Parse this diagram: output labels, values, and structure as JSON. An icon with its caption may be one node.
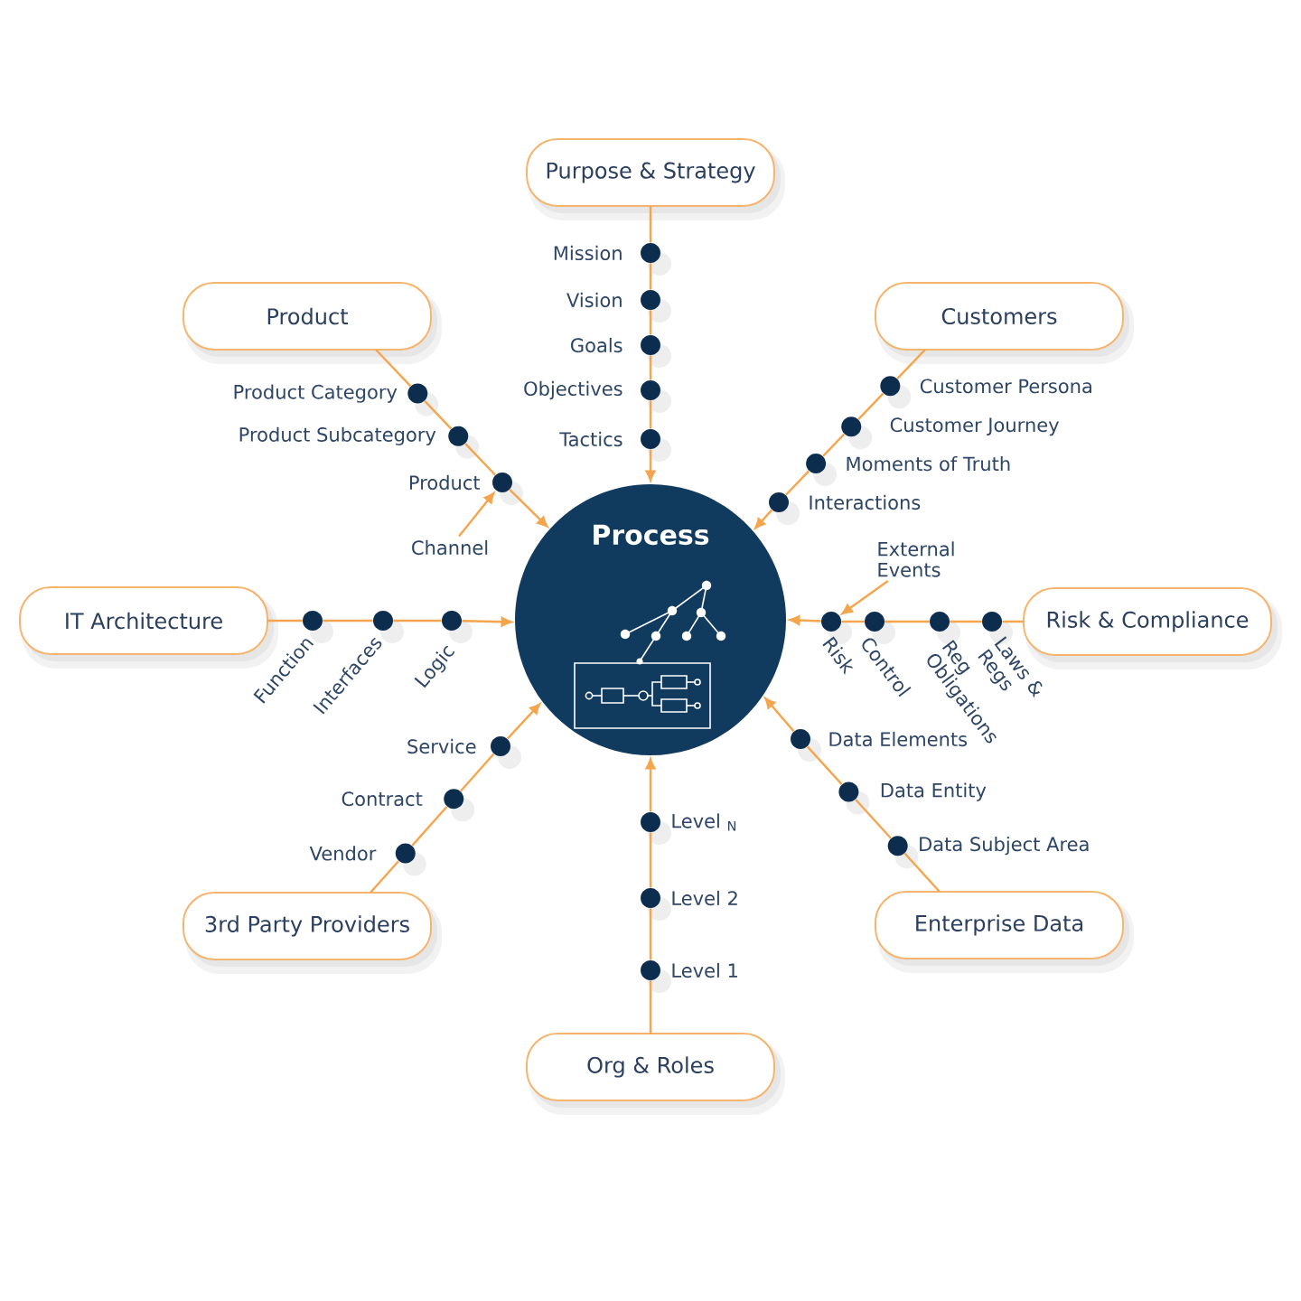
{
  "diagram": {
    "nodes": [
      {
        "text": [
          "Process"
        ]
      },
      {
        "text": [
          "Purpose & Strategy"
        ]
      },
      {
        "text": [],
        "shape": "circle",
        "beside": [
          "Mission"
        ]
      },
      {
        "text": [],
        "shape": "circle",
        "beside": [
          "Vision"
        ]
      },
      {
        "text": [],
        "shape": "circle",
        "beside": [
          "Goals"
        ]
      },
      {
        "text": [],
        "shape": "circle",
        "beside": [
          "Objectives"
        ]
      },
      {
        "text": [],
        "shape": "circle",
        "beside": [
          "Tactics"
        ]
      },
      {
        "text": [
          "Customers"
        ]
      },
      {
        "text": [],
        "shape": "circle",
        "beside": [
          "Customer Persona"
        ]
      },
      {
        "text": [],
        "shape": "circle",
        "beside": [
          "Customer Journey"
        ]
      },
      {
        "text": [],
        "shape": "circle",
        "beside": [
          "Moments of Truth"
        ]
      },
      {
        "text": [],
        "shape": "circle",
        "beside": [
          "Interactions"
        ]
      },
      {
        "text": [
          "Product"
        ]
      },
      {
        "text": [],
        "shape": "circle",
        "beside": [
          "Product Category"
        ]
      },
      {
        "text": [],
        "shape": "circle",
        "beside": [
          "Product Subcategory"
        ]
      },
      {
        "text": [],
        "shape": "circle",
        "beside": [
          "Product"
        ]
      },
      {
        "text": [
          "Channel"
        ]
      },
      {
        "text": [
          "IT Architecture"
        ]
      },
      {
        "text": [],
        "shape": "circle",
        "beside": [
          "Function"
        ]
      },
      {
        "text": [],
        "shape": "circle",
        "beside": [
          "Interfaces"
        ]
      },
      {
        "text": [],
        "shape": "circle",
        "beside": [
          "Logic"
        ]
      },
      {
        "text": [
          "Risk & Compliance"
        ]
      },
      {
        "text": [],
        "shape": "circle",
        "beside": [
          "Laws & Regs"
        ]
      },
      {
        "text": [],
        "shape": "circle",
        "beside": [
          "Reg Obligations"
        ]
      },
      {
        "text": [],
        "shape": "circle",
        "beside": [
          "Control"
        ]
      },
      {
        "text": [],
        "shape": "circle",
        "beside": [
          "Risk"
        ]
      },
      {
        "text": [
          "External Events"
        ]
      },
      {
        "text": [
          "3rd Party Providers"
        ]
      },
      {
        "text": [],
        "shape": "circle",
        "beside": [
          "Vendor"
        ]
      },
      {
        "text": [],
        "shape": "circle",
        "beside": [
          "Contract"
        ]
      },
      {
        "text": [],
        "shape": "circle",
        "beside": [
          "Service"
        ]
      },
      {
        "text": [
          "Enterprise Data"
        ]
      },
      {
        "text": [],
        "shape": "circle",
        "beside": [
          "Data Subject Area"
        ]
      },
      {
        "text": [],
        "shape": "circle",
        "beside": [
          "Data Entity"
        ]
      },
      {
        "text": [],
        "shape": "circle",
        "beside": [
          "Data Elements"
        ]
      },
      {
        "text": [
          "Org & Roles"
        ]
      },
      {
        "text": [],
        "shape": "circle",
        "beside": [
          "Level 1"
        ]
      },
      {
        "text": [],
        "shape": "circle",
        "beside": [
          "Level 2"
        ]
      },
      {
        "text": [],
        "shape": "circle",
        "beside": [
          "Level $_{N}$"
        ]
      }
    ],
    "edges": [
      {
        "from": 1,
        "to": 2,
        "arrow": "none"
      },
      {
        "from": 2,
        "to": 3,
        "arrow": "none"
      },
      {
        "from": 3,
        "to": 4,
        "arrow": "none"
      },
      {
        "from": 4,
        "to": 5,
        "arrow": "none"
      },
      {
        "from": 5,
        "to": 6,
        "arrow": "none"
      },
      {
        "from": 6,
        "to": 0,
        "arrow": "to"
      },
      {
        "from": 7,
        "to": 8,
        "arrow": "none"
      },
      {
        "from": 8,
        "to": 9,
        "arrow": "none"
      },
      {
        "from": 9,
        "to": 10,
        "arrow": "none"
      },
      {
        "from": 10,
        "to": 11,
        "arrow": "none"
      },
      {
        "from": 11,
        "to": 0,
        "arrow": "to"
      },
      {
        "from": 12,
        "to": 13,
        "arrow": "none"
      },
      {
        "from": 13,
        "to": 14,
        "arrow": "none"
      },
      {
        "from": 14,
        "to": 15,
        "arrow": "none"
      },
      {
        "from": 15,
        "to": 0,
        "arrow": "to"
      },
      {
        "from": 16,
        "to": 15,
        "arrow": "to"
      },
      {
        "from": 17,
        "to": 18,
        "arrow": "none"
      },
      {
        "from": 18,
        "to": 19,
        "arrow": "none"
      },
      {
        "from": 19,
        "to": 20,
        "arrow": "none"
      },
      {
        "from": 20,
        "to": 0,
        "arrow": "to"
      },
      {
        "from": 21,
        "to": 22,
        "arrow": "none"
      },
      {
        "from": 22,
        "to": 23,
        "arrow": "none"
      },
      {
        "from": 23,
        "to": 24,
        "arrow": "none"
      },
      {
        "from": 24,
        "to": 25,
        "arrow": "none"
      },
      {
        "from": 25,
        "to": 0,
        "arrow": "to"
      },
      {
        "from": 26,
        "to": 25,
        "arrow": "to"
      },
      {
        "from": 27,
        "to": 28,
        "arrow": "none"
      },
      {
        "from": 28,
        "to": 29,
        "arrow": "none"
      },
      {
        "from": 29,
        "to": 30,
        "arrow": "none"
      },
      {
        "from": 30,
        "to": 0,
        "arrow": "to"
      },
      {
        "from": 31,
        "to": 32,
        "arrow": "none"
      },
      {
        "from": 32,
        "to": 33,
        "arrow": "none"
      },
      {
        "from": 33,
        "to": 34,
        "arrow": "none"
      },
      {
        "from": 34,
        "to": 0,
        "arrow": "to"
      },
      {
        "from": 35,
        "to": 36,
        "arrow": "none"
      },
      {
        "from": 36,
        "to": 37,
        "arrow": "none"
      },
      {
        "from": 37,
        "to": 38,
        "arrow": "none"
      },
      {
        "from": 38,
        "to": 0,
        "arrow": "to"
      }
    ]
  }
}
